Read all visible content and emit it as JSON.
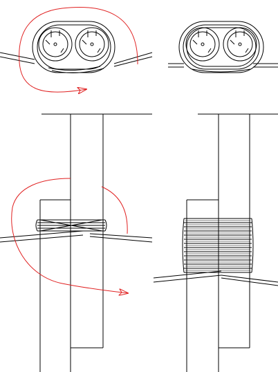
{
  "figure": {
    "panels": [
      {
        "id": "a",
        "view": "top",
        "stage": "start",
        "has_direction_arrow": true
      },
      {
        "id": "b",
        "view": "top",
        "stage": "finished",
        "has_direction_arrow": false
      },
      {
        "id": "c",
        "view": "side",
        "stage": "start",
        "has_direction_arrow": true
      },
      {
        "id": "d",
        "view": "side",
        "stage": "finished",
        "has_direction_arrow": false
      }
    ]
  },
  "colors": {
    "line": "#000000",
    "arrow": "#e02020",
    "background": "#ffffff"
  }
}
